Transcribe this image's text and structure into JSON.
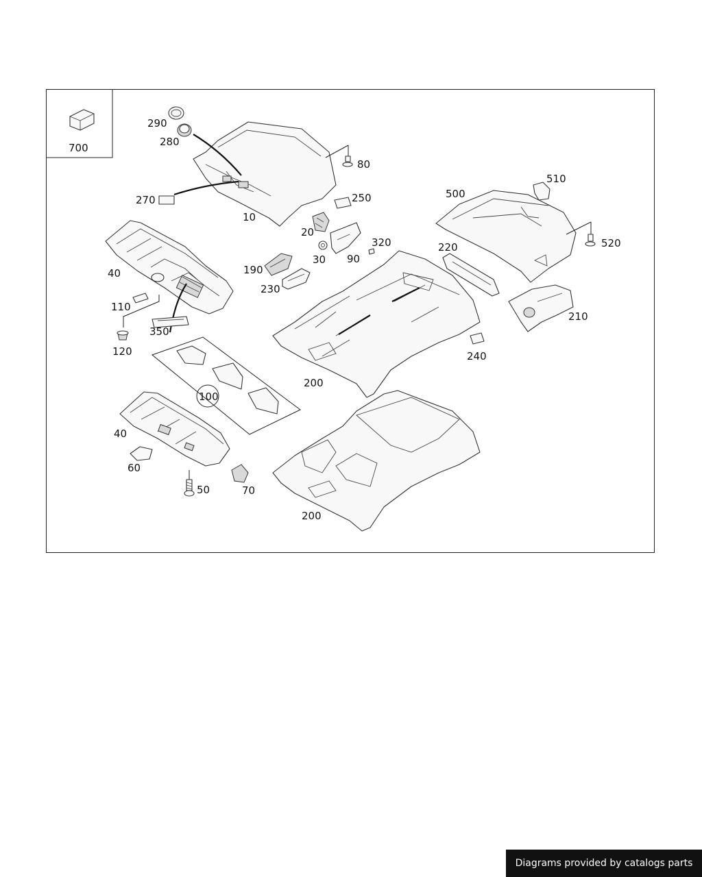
{
  "footer": {
    "text": "Diagrams provided by catalogs parts"
  },
  "callouts": {
    "c700": "700",
    "c290": "290",
    "c280": "280",
    "c270": "270",
    "c10": "10",
    "c80": "80",
    "c250": "250",
    "c20": "20",
    "c30": "30",
    "c90": "90",
    "c320": "320",
    "c190": "190",
    "c230": "230",
    "c40a": "40",
    "c110": "110",
    "c350": "350",
    "c120": "120",
    "c100": "100",
    "c40b": "40",
    "c60": "60",
    "c50": "50",
    "c70": "70",
    "c200a": "200",
    "c200b": "200",
    "c220": "220",
    "c240": "240",
    "c500": "500",
    "c510": "510",
    "c520": "520",
    "c210": "210"
  },
  "colors": {
    "line": "#222222",
    "banner_bg": "#111111",
    "banner_text": "#ffffff"
  }
}
